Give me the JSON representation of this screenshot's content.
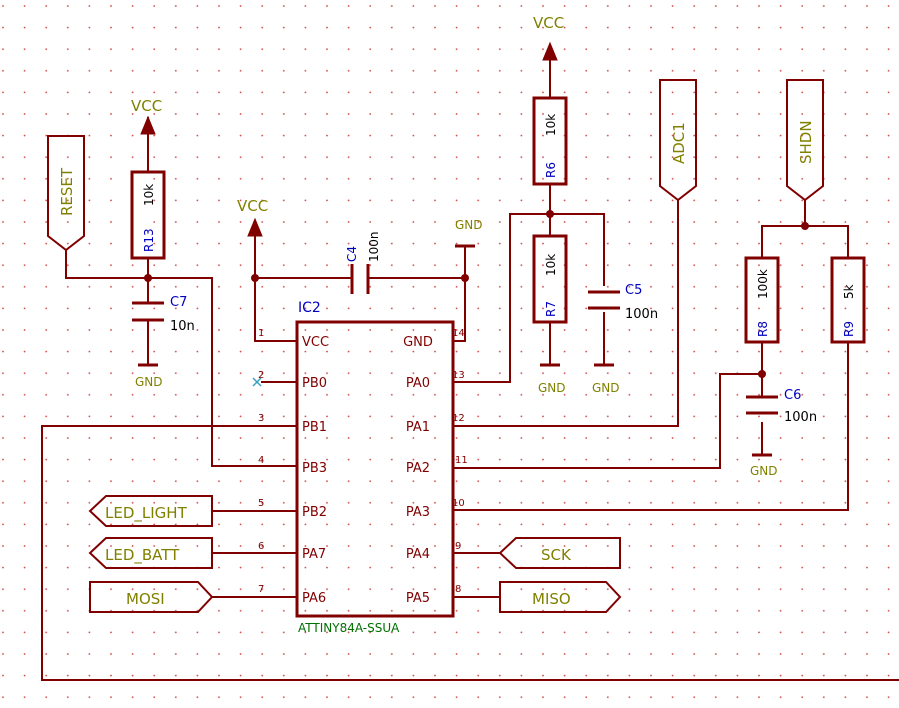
{
  "colors": {
    "wire": "#800000",
    "net_label": "#808000",
    "reference": "#0000c0",
    "pin_number": "#800000",
    "part_name": "#007000",
    "background": "#ffffff",
    "grid": "#c00000"
  },
  "ic": {
    "ref": "IC2",
    "part": "ATTINY84A-SSUA",
    "left_pins": [
      {
        "num": "1",
        "name": "VCC"
      },
      {
        "num": "2",
        "name": "PB0"
      },
      {
        "num": "3",
        "name": "PB1"
      },
      {
        "num": "4",
        "name": "PB3"
      },
      {
        "num": "5",
        "name": "PB2"
      },
      {
        "num": "6",
        "name": "PA7"
      },
      {
        "num": "7",
        "name": "PA6"
      }
    ],
    "right_pins": [
      {
        "num": "14",
        "name": "GND"
      },
      {
        "num": "13",
        "name": "PA0"
      },
      {
        "num": "12",
        "name": "PA1"
      },
      {
        "num": "11",
        "name": "PA2"
      },
      {
        "num": "10",
        "name": "PA3"
      },
      {
        "num": "9",
        "name": "PA4"
      },
      {
        "num": "8",
        "name": "PA5"
      }
    ]
  },
  "resistors": {
    "r13": {
      "ref": "R13",
      "value": "10k"
    },
    "r6": {
      "ref": "R6",
      "value": "10k"
    },
    "r7": {
      "ref": "R7",
      "value": "10k"
    },
    "r8": {
      "ref": "R8",
      "value": "100k"
    },
    "r9": {
      "ref": "R9",
      "value": "5k"
    }
  },
  "capacitors": {
    "c7": {
      "ref": "C7",
      "value": "10n"
    },
    "c4": {
      "ref": "C4",
      "value": "100n"
    },
    "c5": {
      "ref": "C5",
      "value": "100n"
    },
    "c6": {
      "ref": "C6",
      "value": "100n"
    }
  },
  "power": {
    "vcc": "VCC",
    "gnd": "GND",
    "gnd_alt": "GND"
  },
  "net_labels": {
    "reset": "RESET",
    "adc1": "ADC1",
    "shdn": "SHDN",
    "led_light": "LED_LIGHT",
    "led_batt": "LED_BATT",
    "mosi": "MOSI",
    "sck": "SCK",
    "miso": "MISO"
  }
}
